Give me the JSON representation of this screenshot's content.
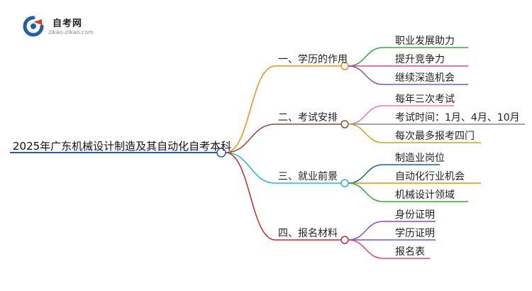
{
  "logo": {
    "title": "自考网",
    "url": "zikao-zikao.com",
    "colors": {
      "blue": "#1f5fa8",
      "red": "#d93a2b"
    }
  },
  "root": {
    "label": "2025年广东机械设计制造及其自动化自考本科",
    "color": "#2a5aa6"
  },
  "branches": [
    {
      "label": "一、学历的作用",
      "color": "#f28c1a",
      "children": [
        {
          "label": "职业发展助力",
          "color": "#3aa83a"
        },
        {
          "label": "提升竞争力",
          "color": "#e0487a"
        },
        {
          "label": "继续深造机会",
          "color": "#8a4fc2"
        }
      ]
    },
    {
      "label": "二、考试安排",
      "color": "#8b4a3a",
      "children": [
        {
          "label": "每年三次考试",
          "color": "#f07aa8"
        },
        {
          "label": "考试时间：1月、4月、10月",
          "color": "#8a8a8a"
        },
        {
          "label": "每次最多报考四门",
          "color": "#b8b020"
        }
      ]
    },
    {
      "label": "三、就业前景",
      "color": "#2ab8c8",
      "children": [
        {
          "label": "制造业岗位",
          "color": "#1f5fa8"
        },
        {
          "label": "自动化行业机会",
          "color": "#f28c1a"
        },
        {
          "label": "机械设计领域",
          "color": "#3aa83a"
        }
      ]
    },
    {
      "label": "四、报名材料",
      "color": "#c8282a",
      "children": [
        {
          "label": "身份证明",
          "color": "#8a4fc2"
        },
        {
          "label": "学历证明",
          "color": "#8a4fc2"
        },
        {
          "label": "报名表",
          "color": "#e0487a"
        }
      ]
    }
  ]
}
